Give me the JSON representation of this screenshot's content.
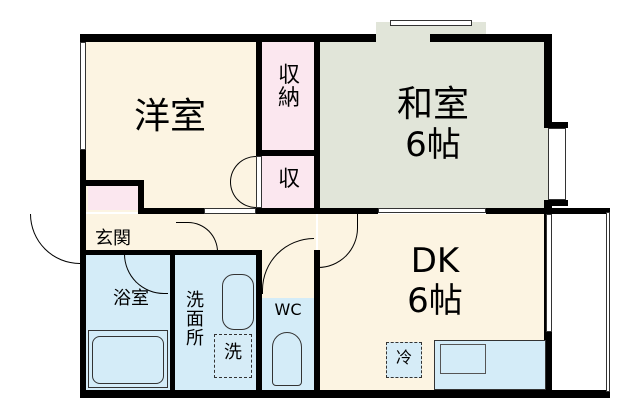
{
  "colors": {
    "western": "#fcf4e2",
    "japanese": "#e1e5d9",
    "storage": "#fbe7ef",
    "wet": "#d4ecf8",
    "hall": "#fcf4e2",
    "wall": "#000000"
  },
  "rooms": {
    "western": {
      "label": "洋室"
    },
    "storage_large": {
      "label": "収\n納"
    },
    "storage_small": {
      "label": "収"
    },
    "japanese": {
      "label": "和室",
      "size": "6帖"
    },
    "entrance": {
      "label": "玄関"
    },
    "bath": {
      "label": "浴室"
    },
    "washroom": {
      "label": "洗\n面\n所"
    },
    "washer": {
      "label": "洗"
    },
    "wc": {
      "label": "WC"
    },
    "dk": {
      "label": "DK",
      "size": "6帖"
    },
    "fridge": {
      "label": "冷"
    }
  }
}
